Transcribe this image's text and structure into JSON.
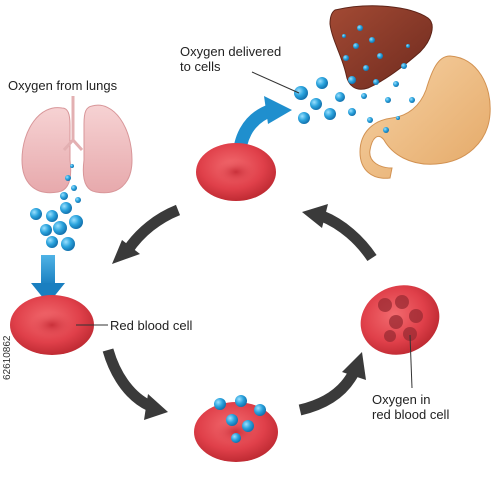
{
  "labels": {
    "oxygen_from_lungs": "Oxygen from lungs",
    "oxygen_delivered_line1": "Oxygen delivered",
    "oxygen_delivered_line2": "to cells",
    "red_blood_cell": "Red blood cell",
    "oxygen_in_rbc_line1": "Oxygen in",
    "oxygen_in_rbc_line2": "red blood cell"
  },
  "watermark_id": "62610862",
  "colors": {
    "oxygen": "#2aa3dd",
    "rbc": "#e0404a",
    "rbc_dark": "#b8262e",
    "arrow_dark": "#3a3a3a",
    "arrow_blue": "#1f8fce",
    "lungs": "#f2c3c5",
    "liver": "#8b3a2a",
    "stomach": "#f1c08a"
  },
  "icons": [
    "lungs-icon",
    "liver-icon",
    "stomach-icon",
    "red-blood-cell-icon",
    "oxygen-molecule-icon",
    "cycle-arrow-icon"
  ]
}
